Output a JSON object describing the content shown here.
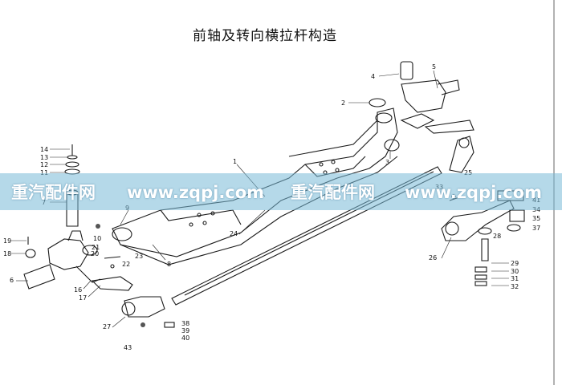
{
  "diagram": {
    "title": "前轴及转向横拉杆构造",
    "watermark": {
      "segments": [
        "重汽配件网",
        "www.zqpj.com",
        "重汽配件网",
        "www.zqpj.com"
      ],
      "color": "#ffffff",
      "band_color": "#78b9d7"
    },
    "labels": [
      "1",
      "2",
      "3",
      "4",
      "5",
      "6",
      "7",
      "8",
      "9",
      "10",
      "11",
      "12",
      "13",
      "14",
      "16",
      "17",
      "18",
      "19",
      "20",
      "21",
      "22",
      "23",
      "24",
      "25",
      "26",
      "27",
      "28",
      "29",
      "30",
      "31",
      "32",
      "33",
      "34",
      "35",
      "37",
      "38",
      "39",
      "40",
      "41",
      "43"
    ]
  }
}
